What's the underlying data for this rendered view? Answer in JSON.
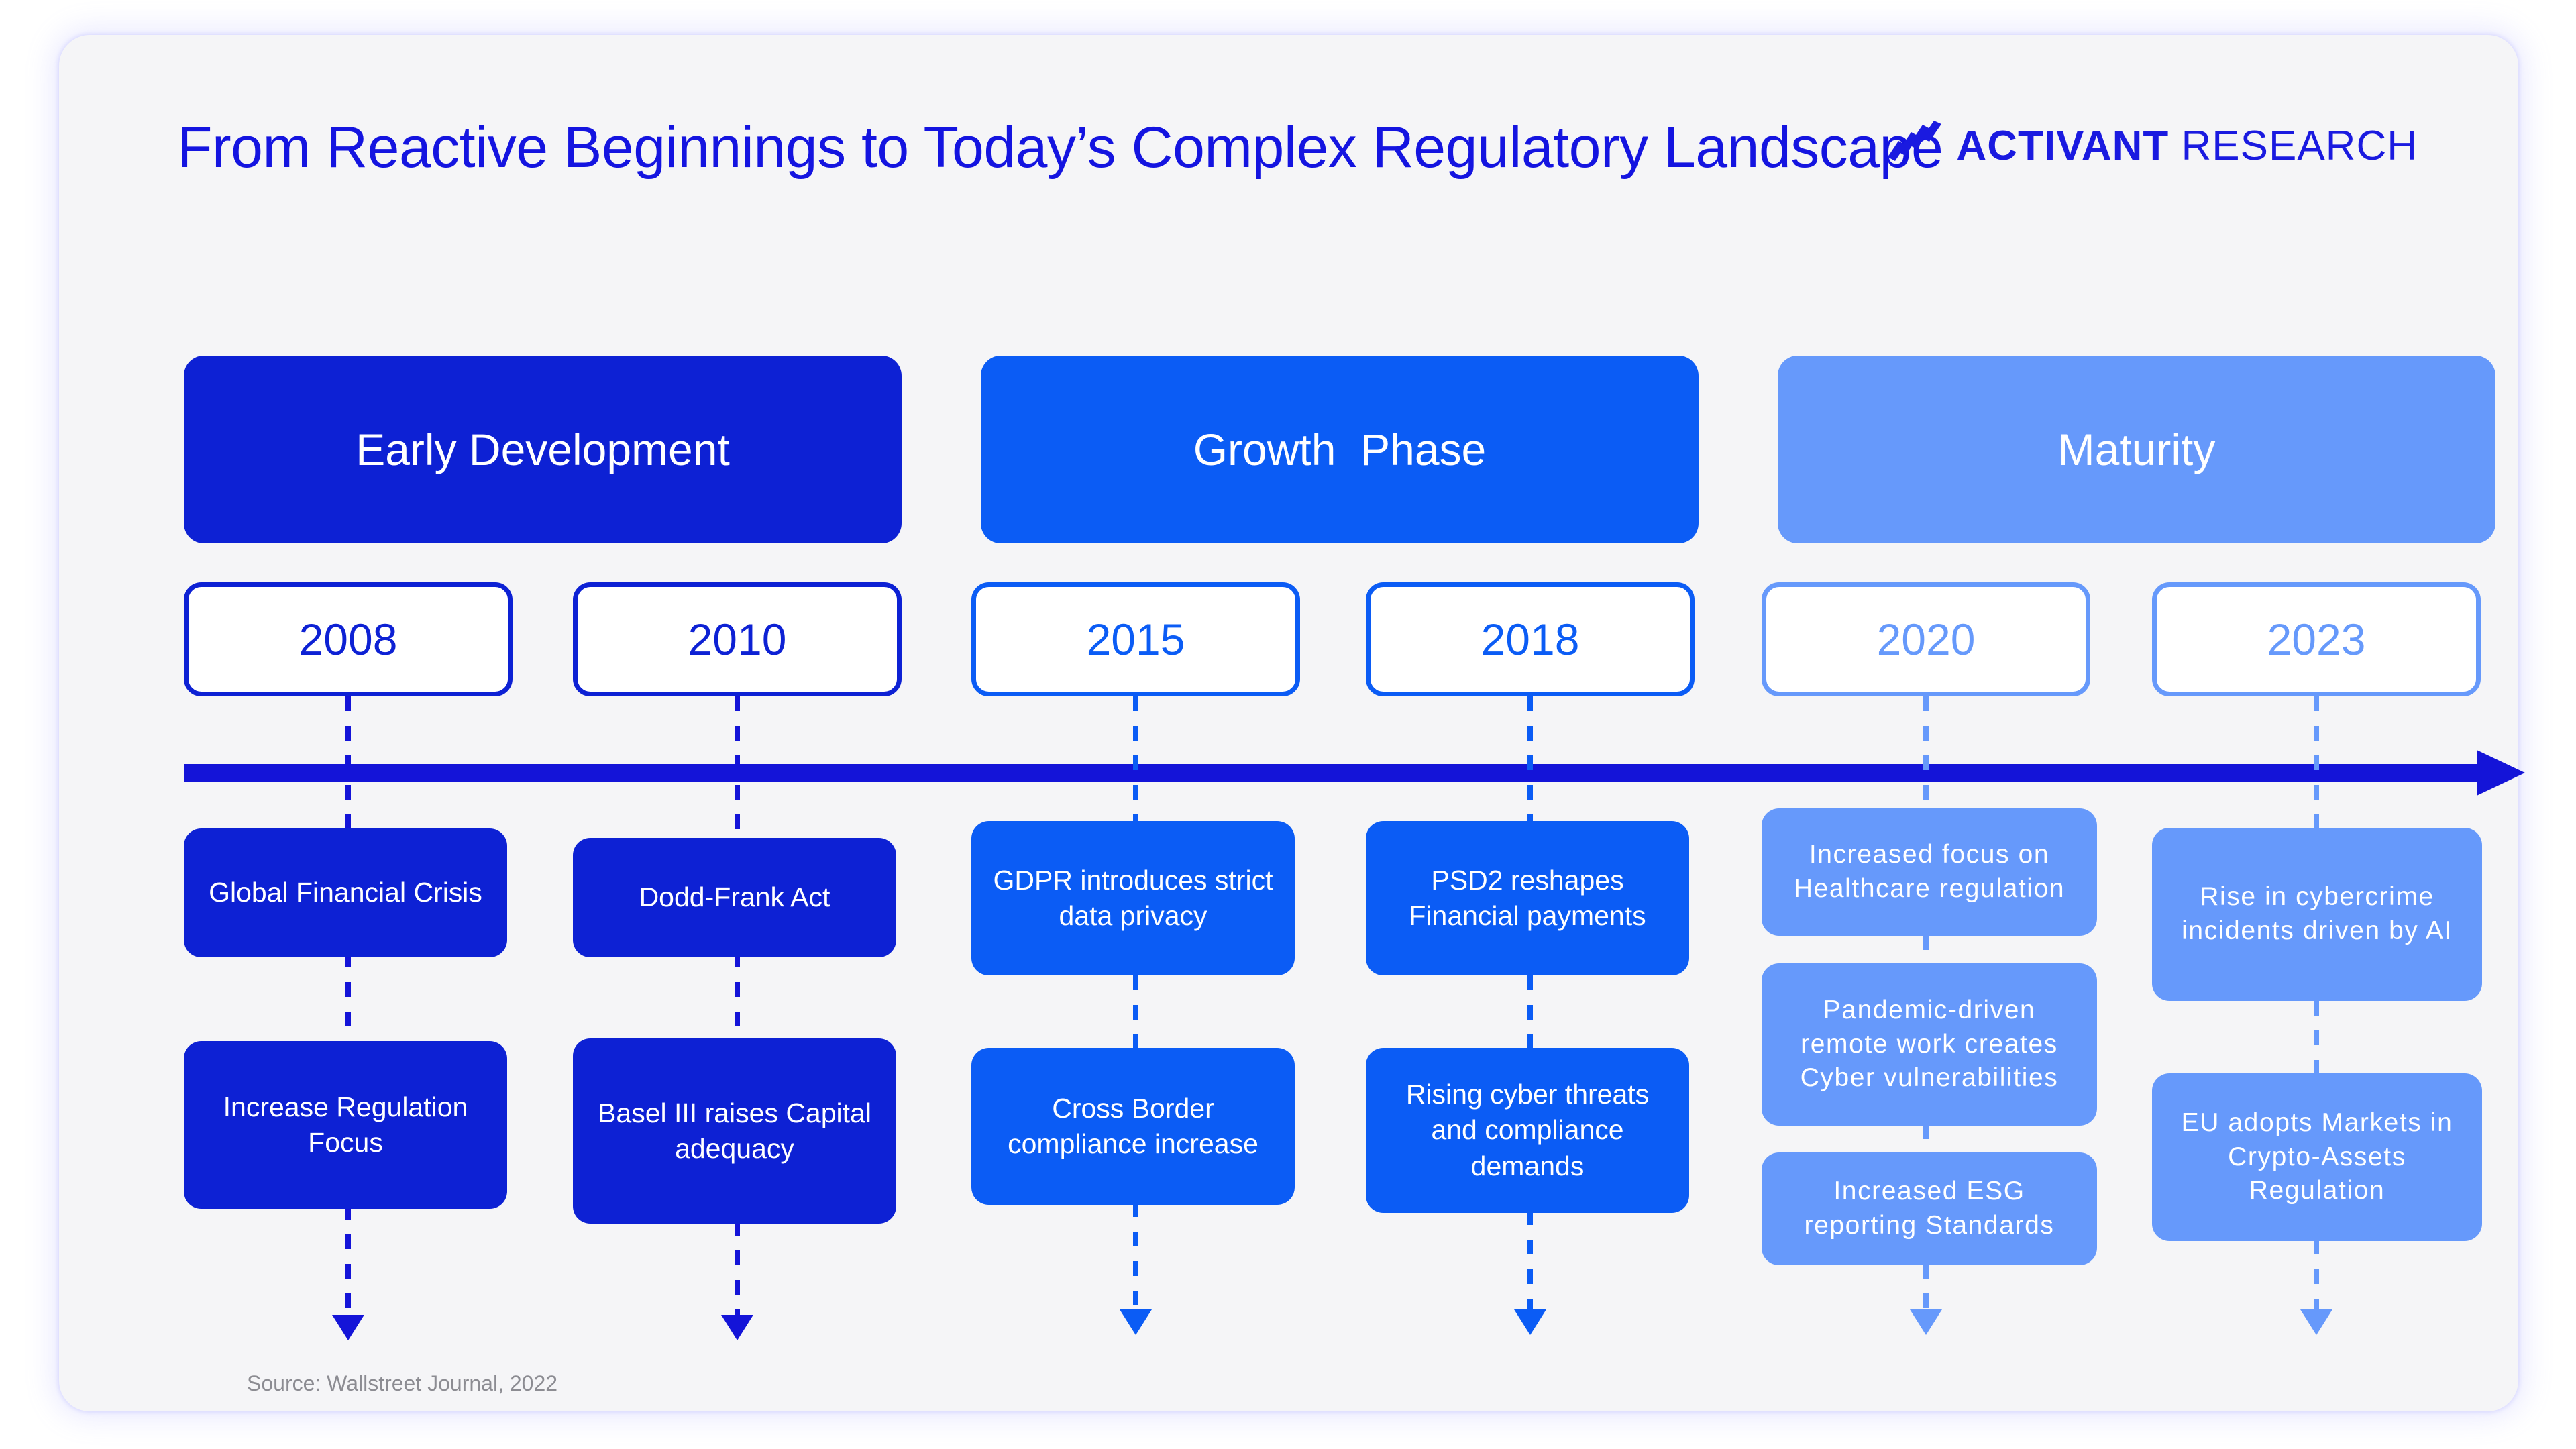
{
  "header": {
    "title": "From Reactive Beginnings to Today’s Complex Regulatory Landscape",
    "logo_bold": "ACTIVANT",
    "logo_light": "RESEARCH",
    "logo_mark_name": "activant-slanted-bars-logo"
  },
  "colors": {
    "panel_bg": "#f5f5f7",
    "phase_early": "#0d21d4",
    "phase_growth": "#0b5cf5",
    "phase_maturity": "#6699fb",
    "axis": "#1414d8",
    "title": "#1414e0",
    "source_text": "#8c8c92"
  },
  "phases": [
    {
      "label": "Early Development",
      "color": "#0d21d4"
    },
    {
      "label": "Growth  Phase",
      "color": "#0b5cf5"
    },
    {
      "label": "Maturity",
      "color": "#6699fb"
    }
  ],
  "years": [
    {
      "label": "2008",
      "color": "#0d21d4"
    },
    {
      "label": "2010",
      "color": "#0d21d4"
    },
    {
      "label": "2015",
      "color": "#0b5cf5"
    },
    {
      "label": "2018",
      "color": "#0b5cf5"
    },
    {
      "label": "2020",
      "color": "#6699fb"
    },
    {
      "label": "2023",
      "color": "#6699fb"
    }
  ],
  "events": {
    "y2008": [
      "Global Financial Crisis",
      "Increase Regulation Focus"
    ],
    "y2010": [
      "Dodd-Frank Act",
      "Basel III raises Capital adequacy"
    ],
    "y2015": [
      "GDPR introduces strict data privacy",
      "Cross Border compliance increase"
    ],
    "y2018": [
      "PSD2 reshapes Financial payments",
      "Rising cyber threats and compliance demands"
    ],
    "y2020": [
      "Increased focus on Healthcare regulation",
      "Pandemic-driven remote work creates Cyber vulnerabilities",
      "Increased  ESG reporting Standards"
    ],
    "y2023": [
      "Rise in cybercrime incidents driven by AI",
      "EU adopts Markets in Crypto-Assets Regulation"
    ]
  },
  "footer": {
    "source": "Source: Wallstreet Journal, 2022"
  }
}
